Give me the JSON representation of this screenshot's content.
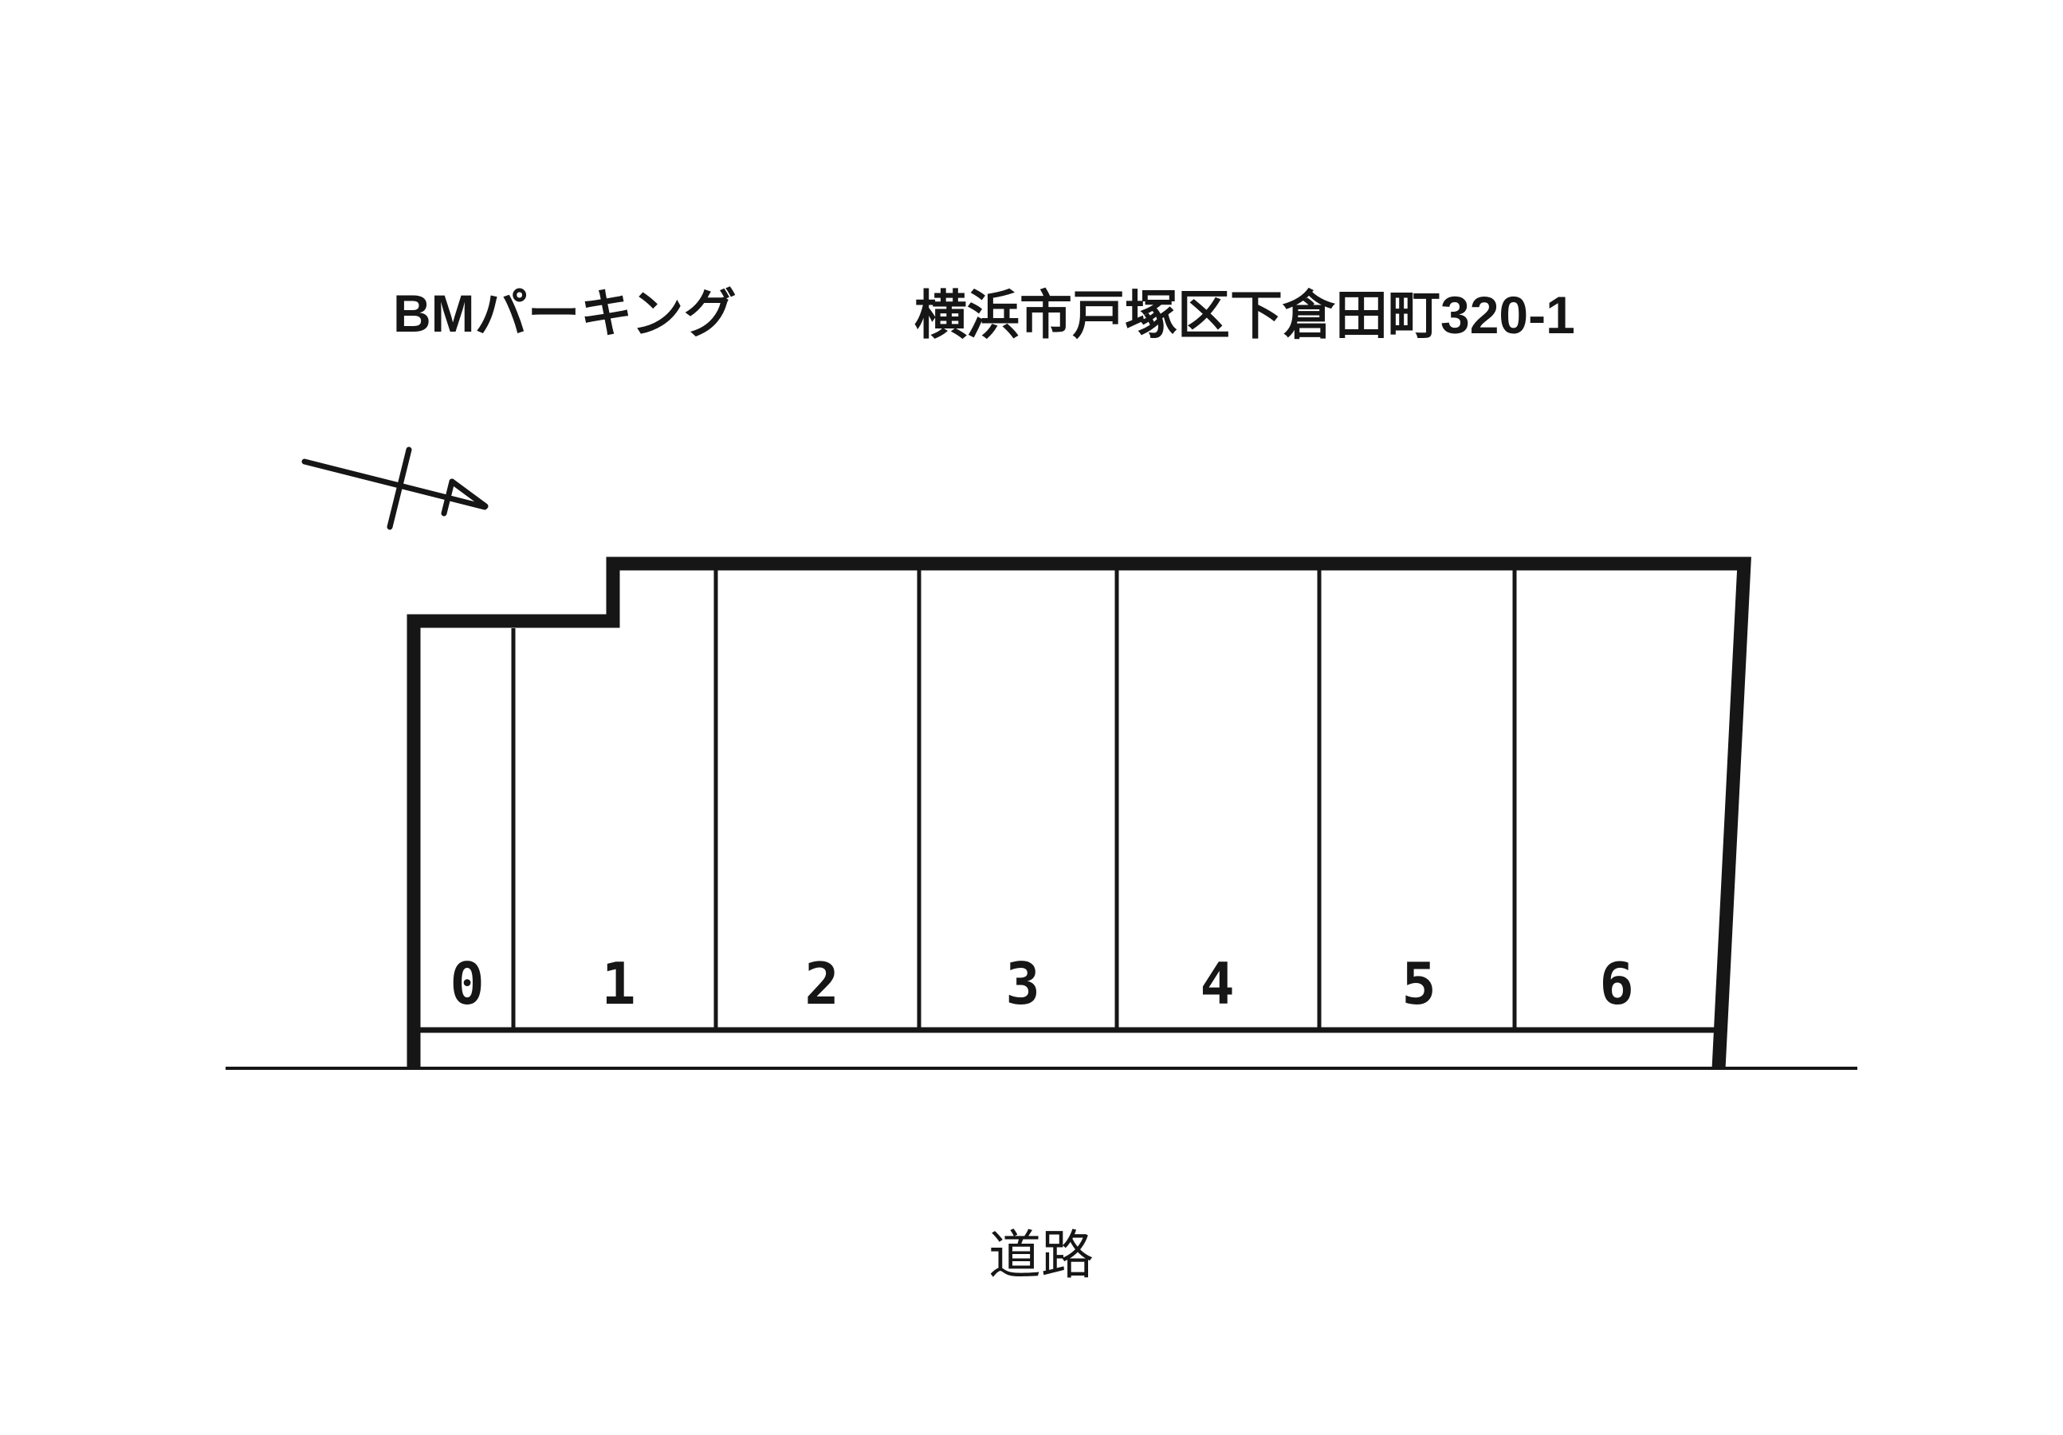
{
  "page": {
    "background_color": "#ffffff",
    "ink_color": "#161616"
  },
  "header": {
    "title": "BMパーキング",
    "address": "横浜市戸塚区下倉田町320-1"
  },
  "diagram": {
    "north_arrow_icon": "north-arrow-icon",
    "spaces": [
      {
        "label": "0"
      },
      {
        "label": "1"
      },
      {
        "label": "2"
      },
      {
        "label": "3"
      },
      {
        "label": "4"
      },
      {
        "label": "5"
      },
      {
        "label": "6"
      }
    ],
    "road_label": "道路"
  }
}
